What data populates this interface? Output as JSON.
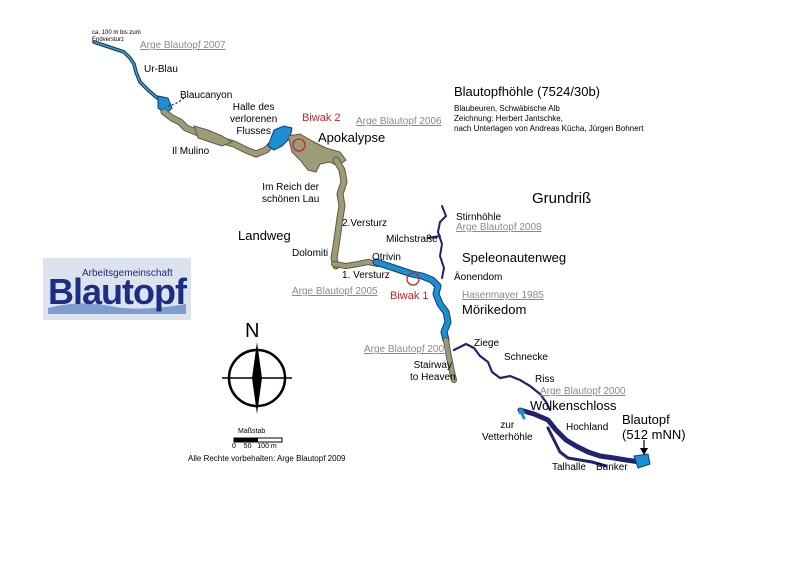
{
  "title": {
    "main": "Blautopfhöhle (7524/30b)",
    "place": "Blaubeuren, Schwäbische Alb",
    "drawing": "Zeichnung: Herbert Jantschke,",
    "sources": "nach Unterlagen von Andreas Kücha, Jürgen Bohnert"
  },
  "heading": "Grundriß",
  "logo": {
    "small": "Arbeitsgemeinschaft",
    "big": "Blautopf"
  },
  "north": "N",
  "scale": {
    "label": "Maßstab",
    "ticks": "0    50   100 m"
  },
  "credit": "Alle Rechte vorbehalten: Arge Blautopf 2009",
  "places": {
    "endversturz": "ca. 100 m bis zum\nEndversturz",
    "ur_blau": "Ur-Blau",
    "blaucanyon": "Blaucanyon",
    "halle": "Halle des\nverlorenen\nFlusses",
    "il_mulino": "Il Mulino",
    "apokalypse": "Apokalypse",
    "reich": "Im Reich der\nschönen Lau",
    "versturz2": "2.Versturz",
    "landweg": "Landweg",
    "milchstrasse": "Milchstraße",
    "dolomiti": "Dolomiti",
    "otrivin": "Otrivin",
    "versturz1": "1. Versturz",
    "stirnhoehle": "Stirnhöhle",
    "speleonautenweg": "Speleonautenweg",
    "aeonendom": "Äonendom",
    "moerikedom": "Mörikedom",
    "ziege": "Ziege",
    "schnecke": "Schnecke",
    "stairway": "Stairway\nto Heaven",
    "riss": "Riss",
    "wolkenschloss": "Wolkenschloss",
    "zur_vetterhoehle": "zur\nVetterhöhle",
    "hochland": "Hochland",
    "blautopf": "Blautopf\n(512 mNN)",
    "talhalle": "Talhalle",
    "bunker": "Bunker"
  },
  "camps": {
    "biwak2": "Biwak 2",
    "biwak1": "Biwak 1"
  },
  "surveys": {
    "arge2007": "Arge Blautopf 2007",
    "arge2006": "Arge Blautopf 2006",
    "arge2008a": "Arge Blautopf 2008",
    "arge2005": "Arge Blautopf 2005",
    "hasenmayer": "Hasenmayer 1985",
    "arge2008b": "Arge Blautopf 2008",
    "arge2000": "Arge Blautopf 2000"
  },
  "colors": {
    "dry_passage": "#9e9b78",
    "dry_outline": "#5e5b45",
    "water": "#1b8fd1",
    "water_outline": "#0b3f70",
    "deep_passage": "#22236e",
    "biwak": "#c0262c",
    "survey_text": "#8a8a8a",
    "logo_blue": "#1b2e86"
  }
}
